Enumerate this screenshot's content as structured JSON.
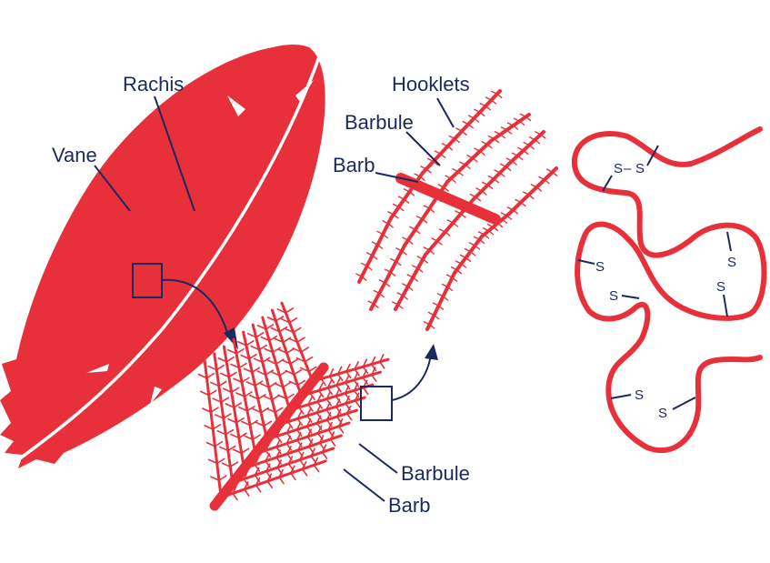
{
  "colors": {
    "feather_red": "#e8303a",
    "label_navy": "#1a2a5e",
    "background": "#ffffff"
  },
  "feather": {
    "labels": {
      "rachis": "Rachis",
      "vane": "Vane"
    }
  },
  "barb_detail": {
    "labels": {
      "barbule": "Barbule",
      "barb": "Barb"
    }
  },
  "hooklet_detail": {
    "labels": {
      "hooklets": "Hooklets",
      "barbule": "Barbule",
      "barb": "Barb"
    }
  },
  "keratin": {
    "disulfide_bond": {
      "atom1": "S",
      "atom2": "S",
      "bond": "–"
    }
  }
}
